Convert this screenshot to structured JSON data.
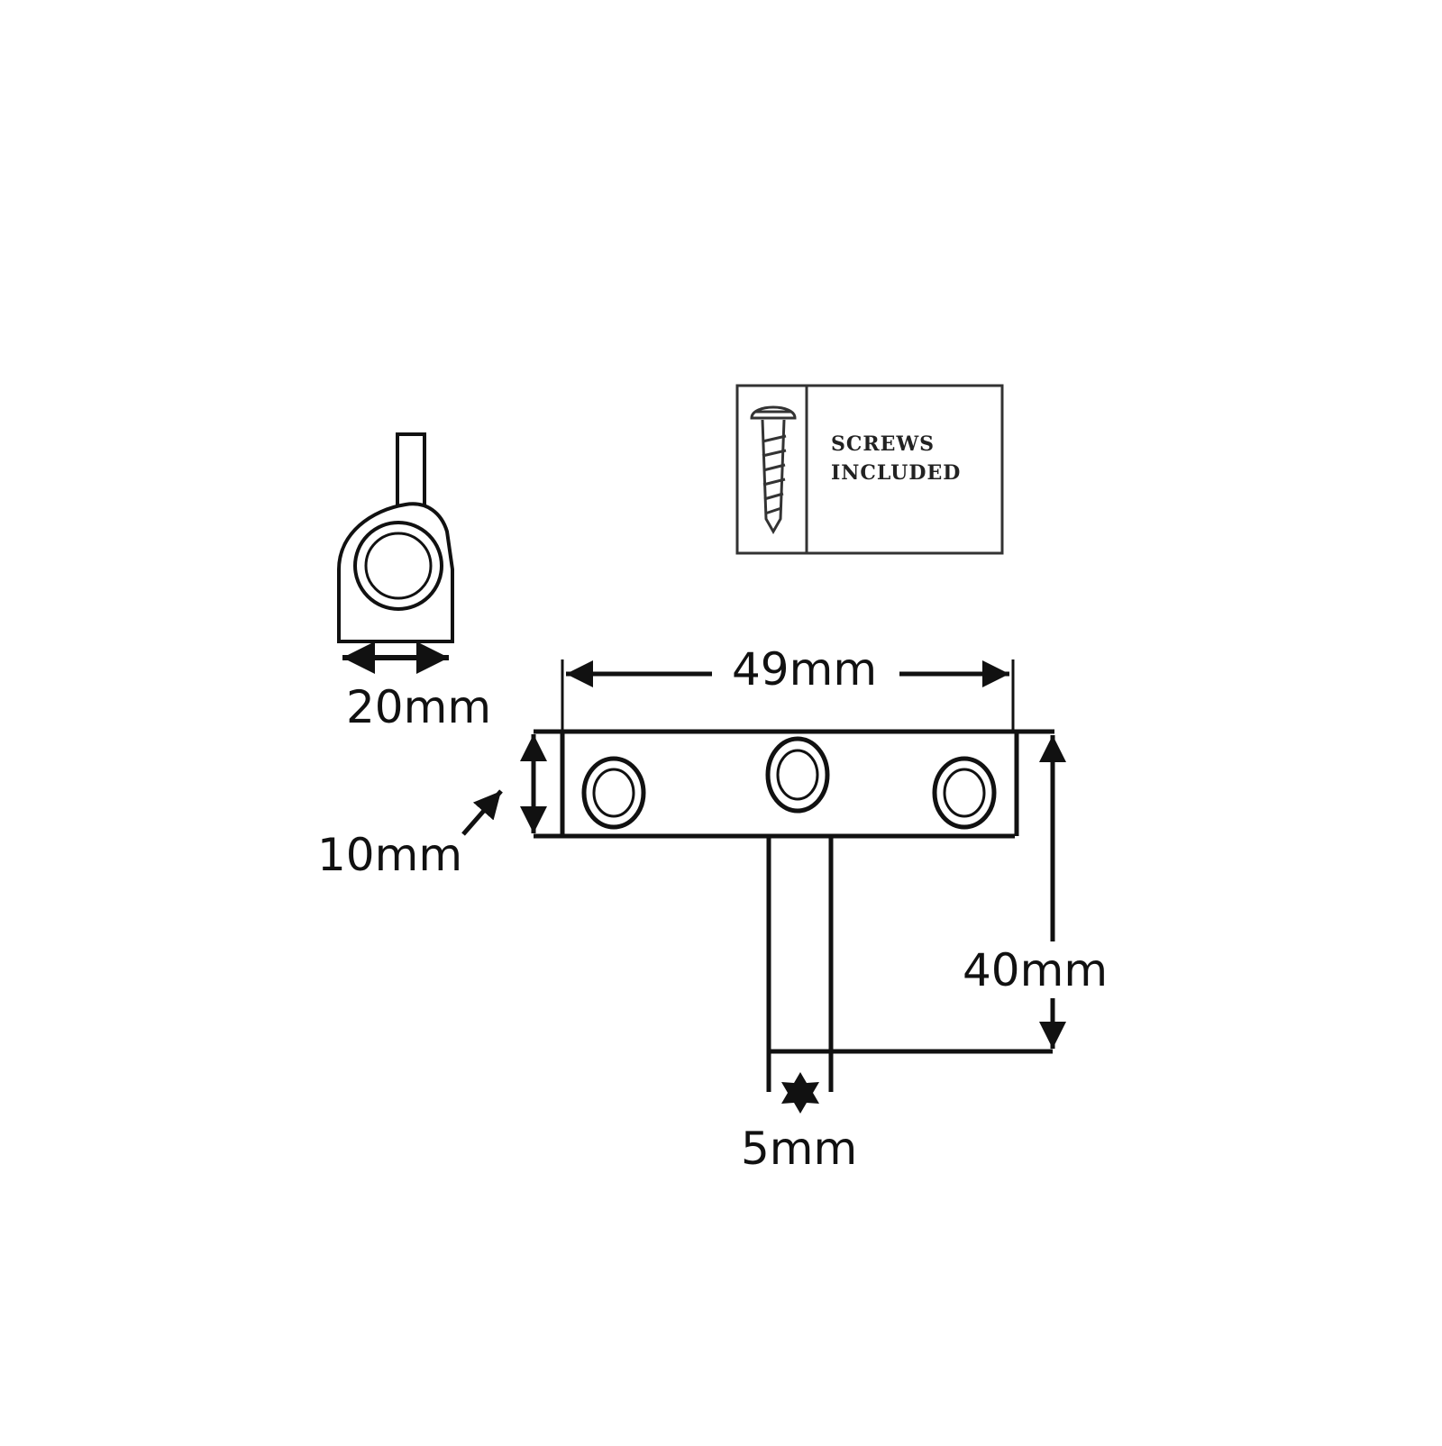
{
  "badge": {
    "line1": "SCREWS",
    "line2": "INCLUDED",
    "icon": "screw-icon"
  },
  "dimensions": {
    "end_view_width": "20mm",
    "plate_length": "49mm",
    "plate_thickness": "10mm",
    "pin_length": "40mm",
    "pin_tip": "5mm"
  },
  "colors": {
    "line": "#111111",
    "background": "#ffffff"
  }
}
